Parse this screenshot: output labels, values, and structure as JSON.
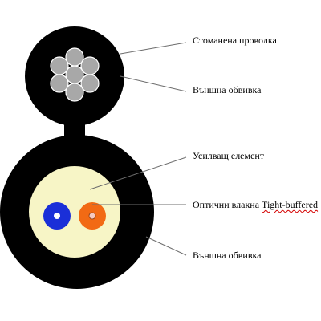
{
  "labels": {
    "steel_wire": "Стоманена проволка",
    "outer_sheath_top": "Външна обвивка",
    "strength_member": "Усилващ елемент",
    "optical_fibers_prefix": "Оптични влакна",
    "optical_fibers_term": "Tight-buffered",
    "outer_sheath_bottom": "Външна обвивка"
  },
  "colors": {
    "sheath": "#000000",
    "steel_strand": "#a8a8a8",
    "strand_outline": "#ffffff",
    "strength_member": "#f7f5c6",
    "fiber_blue": "#1a2fd8",
    "fiber_orange": "#f26a14",
    "fiber_core": "#ffffff",
    "leader_line": "#6e6e6e",
    "spell_underline": "#d40000"
  }
}
